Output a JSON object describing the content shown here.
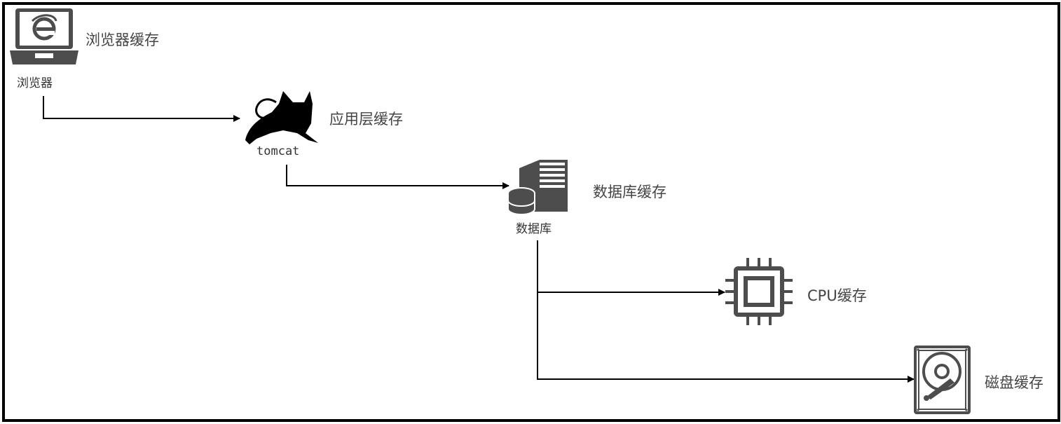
{
  "nodes": {
    "browser": {
      "label": "浏览器",
      "cache_label": "浏览器缓存"
    },
    "tomcat": {
      "label": "tomcat",
      "cache_label": "应用层缓存"
    },
    "database": {
      "label": "数据库",
      "cache_label": "数据库缓存"
    },
    "cpu": {
      "cache_label": "CPU缓存"
    },
    "disk": {
      "cache_label": "磁盘缓存"
    }
  },
  "colors": {
    "icon": "#4d4d4d",
    "line": "#000000",
    "frame": "#000000"
  },
  "icons": {
    "browser": "laptop-ie-icon",
    "tomcat": "tomcat-cat-icon",
    "database": "server-database-icon",
    "cpu": "cpu-chip-icon",
    "disk": "hard-disk-icon"
  }
}
